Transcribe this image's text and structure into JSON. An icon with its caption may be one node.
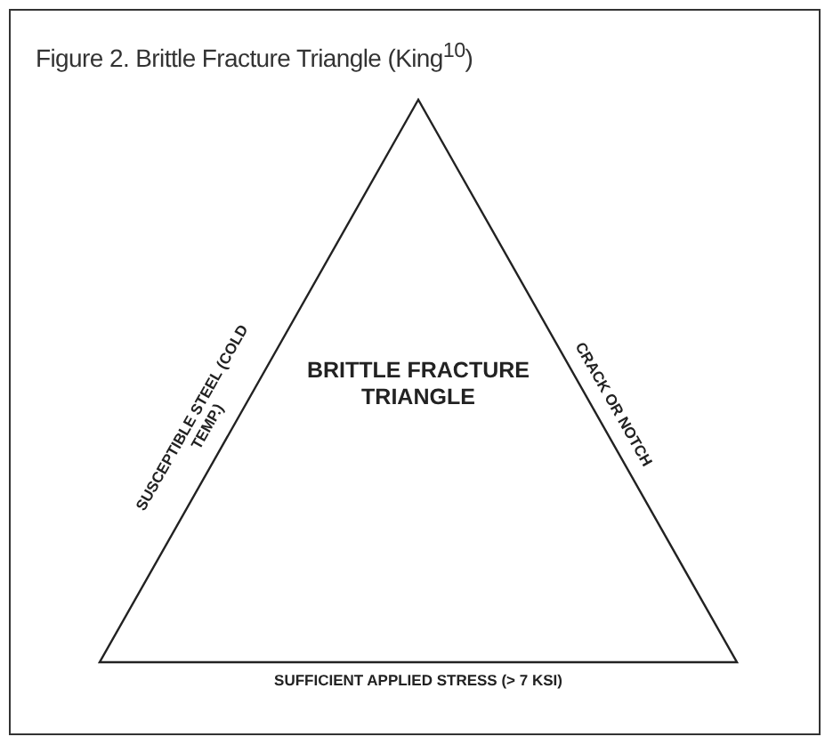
{
  "diagram": {
    "title": "Figure 2. Brittle Fracture Triangle (King$^{10}$)",
    "nodes": [
      {
        "text": [
          "BRITTLE FRACTURE TRIANGLE"
        ]
      }
    ],
    "labels": [
      "SUSCEPTIBLE STEEL (COLD TEMP.)",
      "CRACK OR NOTCH",
      "SUFFICIENT APPLIED STRESS (> 7 KSI)"
    ]
  }
}
